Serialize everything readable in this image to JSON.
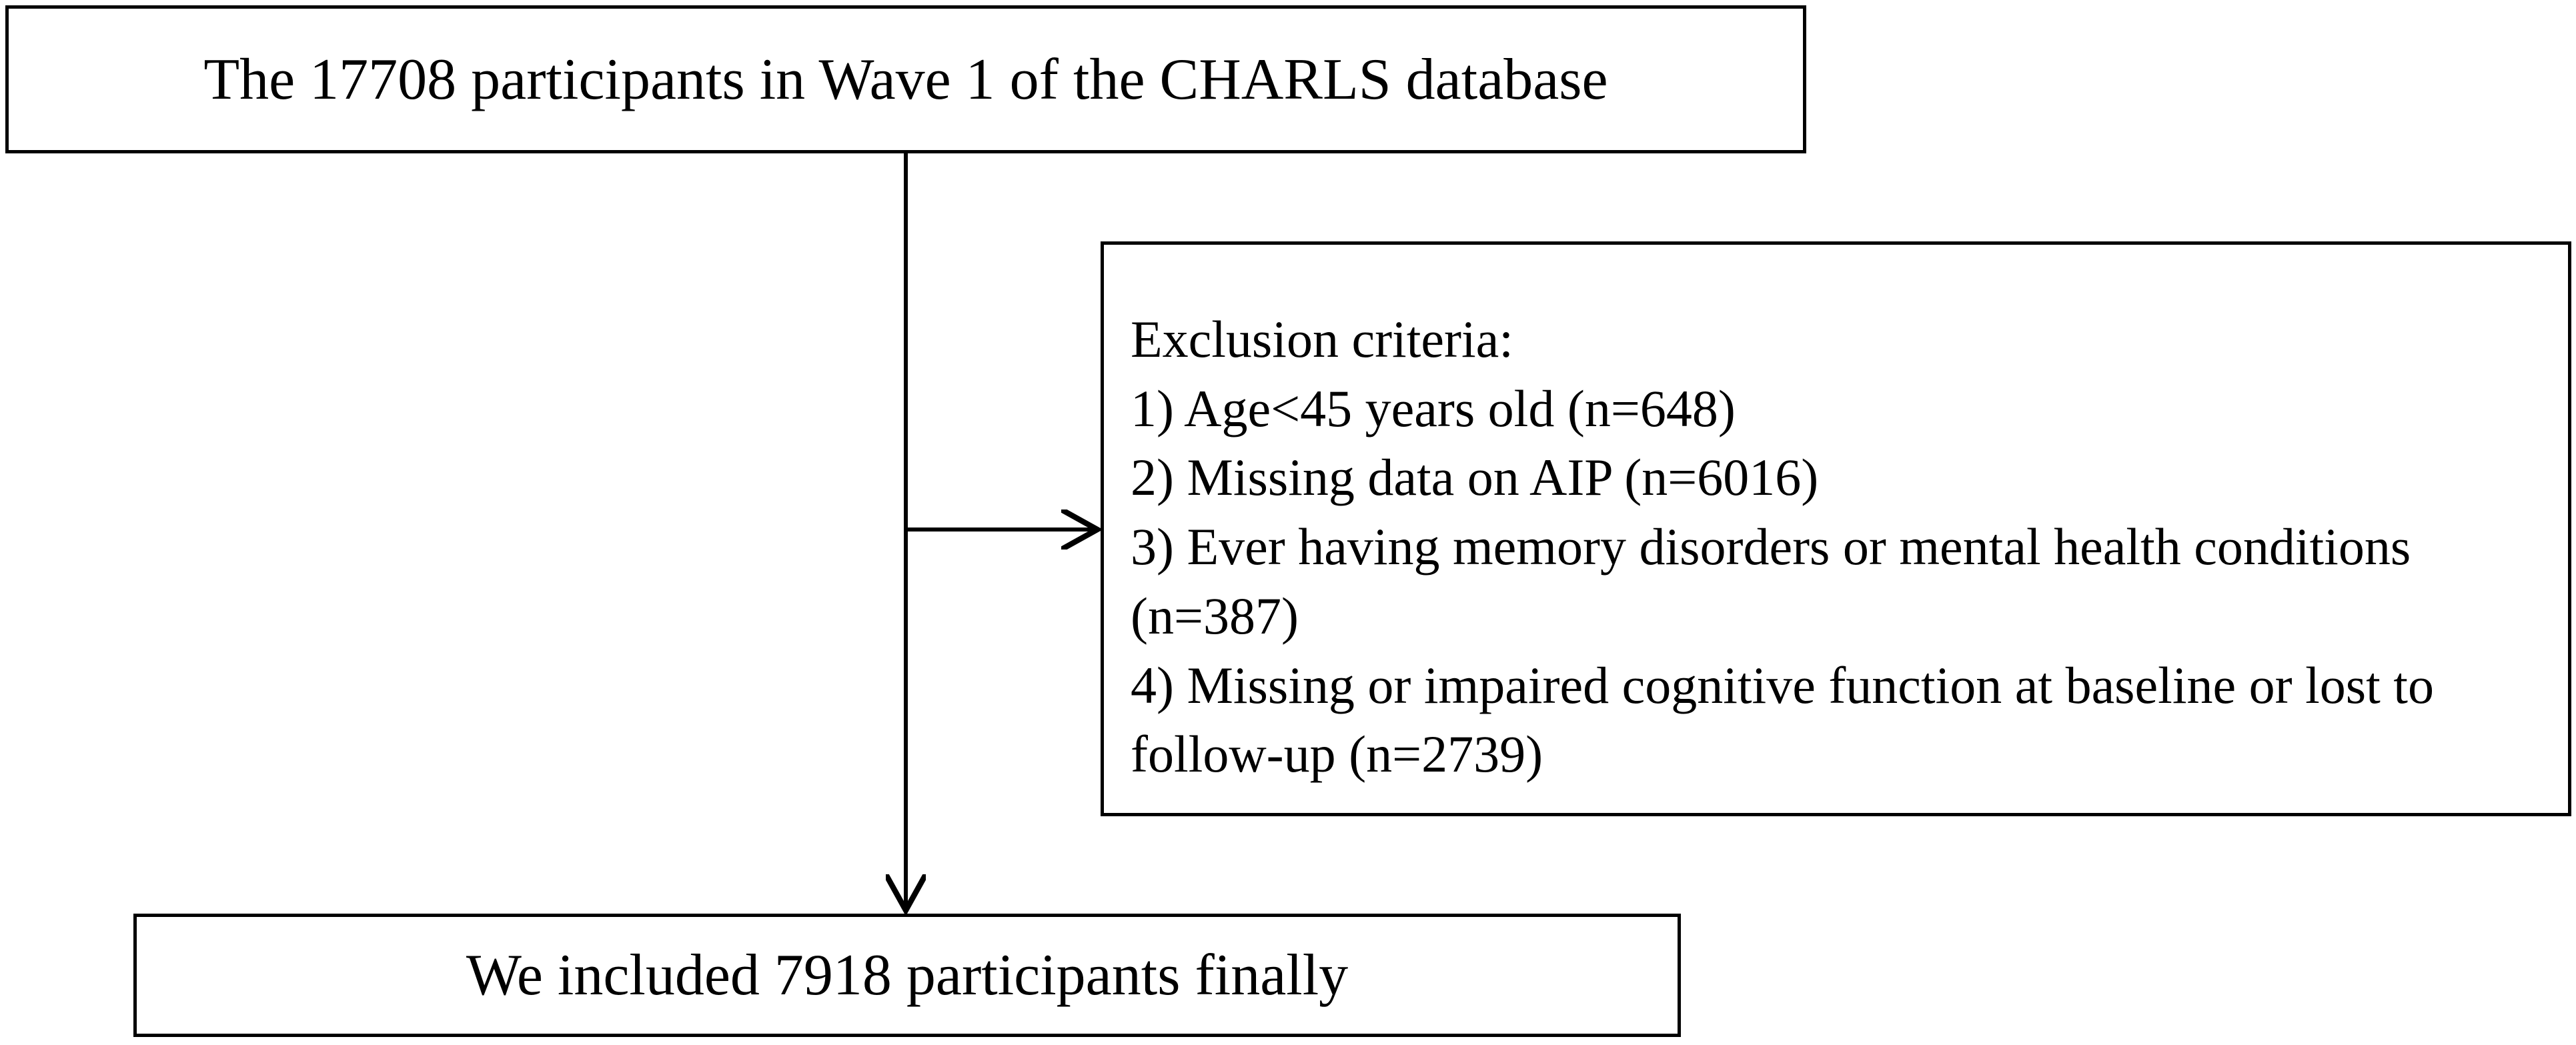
{
  "flowchart": {
    "top_box": {
      "text": "The 17708 participants in Wave 1 of the CHARLS database"
    },
    "exclusion_box": {
      "heading": "Exclusion criteria:",
      "lines": [
        "1) Age<45 years old (n=648)",
        "2) Missing data on AIP (n=6016)",
        "3) Ever having memory disorders or mental health conditions",
        "(n=387)",
        "4) Missing or impaired cognitive function at baseline or lost to",
        "follow-up (n=2739)"
      ]
    },
    "bottom_box": {
      "text": "We included 7918 participants finally"
    },
    "colors": {
      "stroke": "#000000",
      "background": "#ffffff"
    }
  }
}
